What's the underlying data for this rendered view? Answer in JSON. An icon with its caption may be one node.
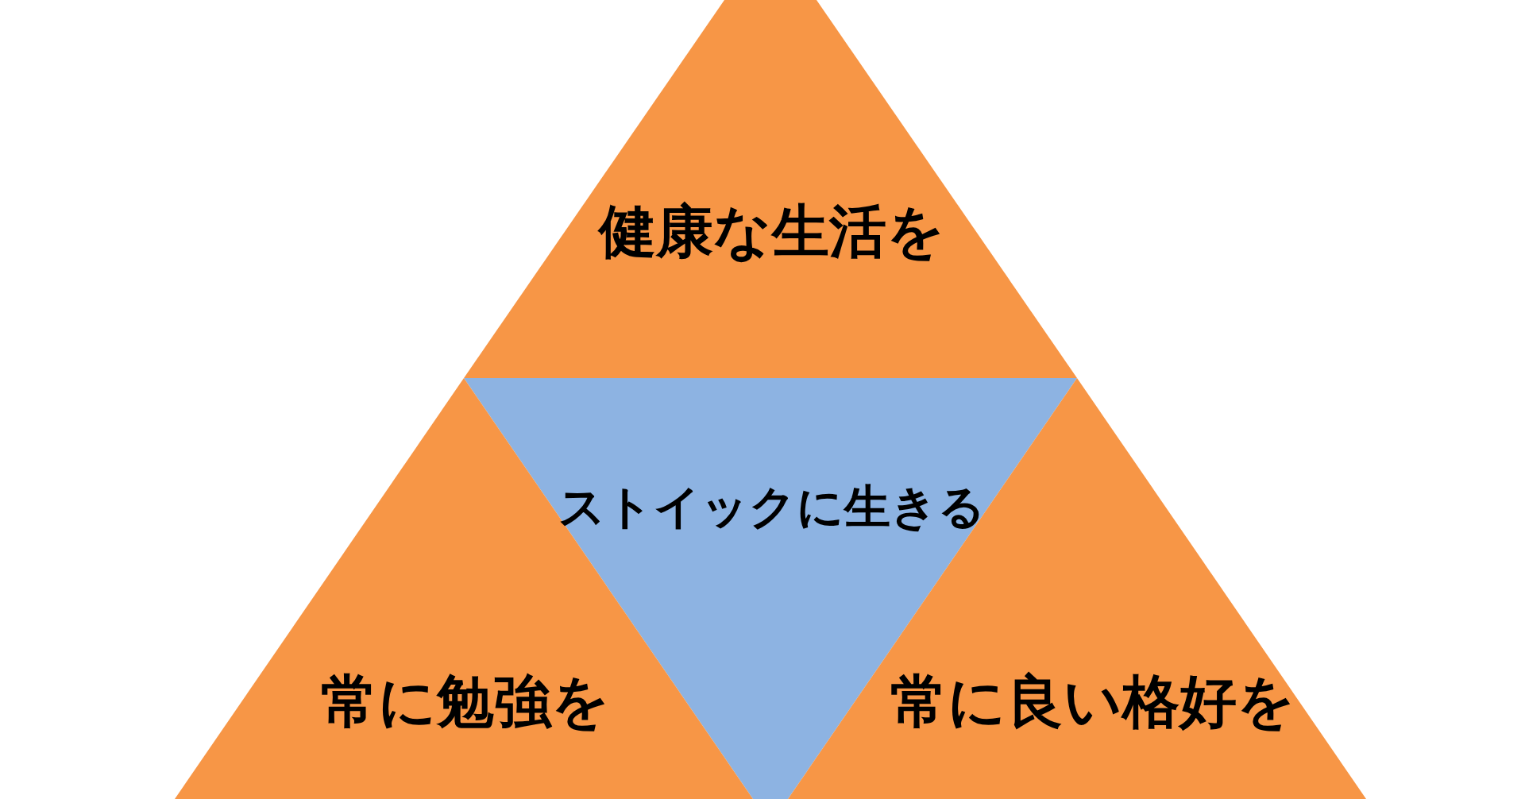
{
  "diagram": {
    "nodes": [
      {
        "text": [
          "健康な生活を"
        ]
      },
      {
        "text": [
          "ストイックに生きる"
        ]
      },
      {
        "text": [
          "常に勉強を"
        ]
      },
      {
        "text": [
          "常に良い格好を"
        ]
      }
    ]
  }
}
